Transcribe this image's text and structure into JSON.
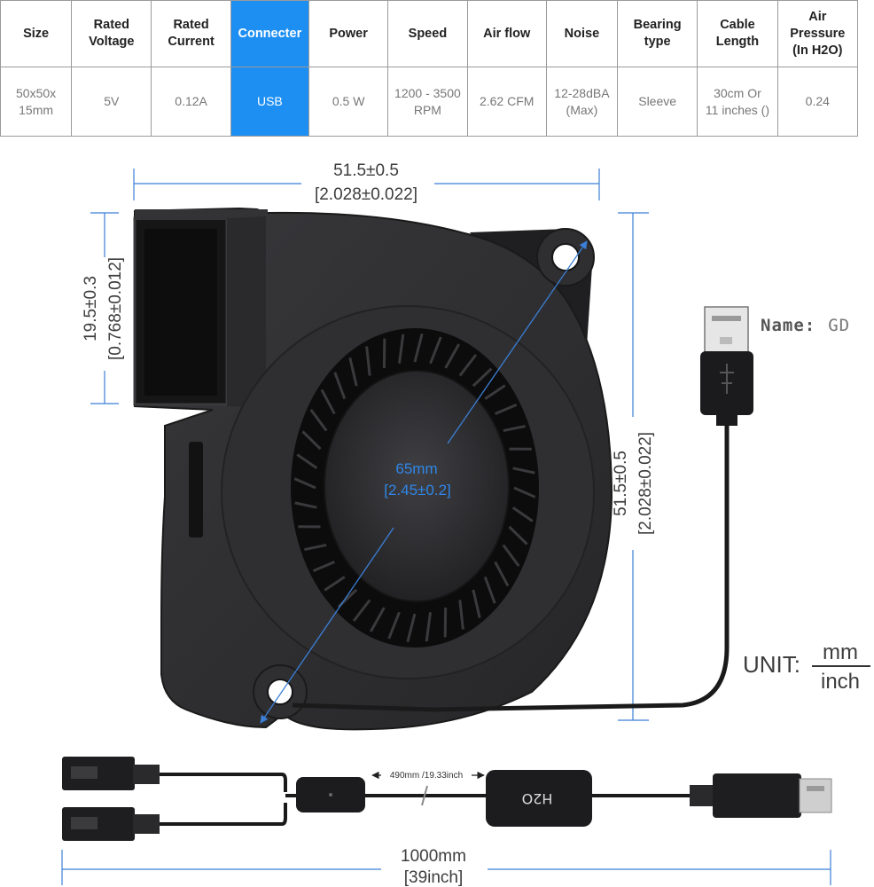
{
  "table": {
    "headers": [
      {
        "id": "size",
        "lines": [
          "Size"
        ]
      },
      {
        "id": "rated-voltage",
        "lines": [
          "Rated",
          "Voltage"
        ]
      },
      {
        "id": "rated-current",
        "lines": [
          "Rated",
          "Current"
        ]
      },
      {
        "id": "connecter",
        "lines": [
          "Connecter"
        ],
        "highlight": true
      },
      {
        "id": "power",
        "lines": [
          "Power"
        ]
      },
      {
        "id": "speed",
        "lines": [
          "Speed"
        ]
      },
      {
        "id": "air-flow",
        "lines": [
          "Air flow"
        ]
      },
      {
        "id": "noise",
        "lines": [
          "Noise"
        ]
      },
      {
        "id": "bearing-type",
        "lines": [
          "Bearing",
          "type"
        ]
      },
      {
        "id": "cable-length",
        "lines": [
          "Cable",
          "Length"
        ]
      },
      {
        "id": "air-pressure",
        "lines": [
          "Air Pressure",
          "(In H2O)"
        ]
      }
    ],
    "values": [
      [
        "50x50x",
        "15mm"
      ],
      [
        "5V"
      ],
      [
        "0.12A"
      ],
      [
        "USB"
      ],
      [
        "0.5 W"
      ],
      [
        "1200 - 3500",
        "RPM"
      ],
      [
        "2.62 CFM"
      ],
      [
        "12-28dBA",
        "(Max)"
      ],
      [
        "Sleeve"
      ],
      [
        "30cm Or",
        "11 inches ()"
      ],
      [
        "0.24"
      ]
    ],
    "highlight_color": "#1e8ff2"
  },
  "dimensions": {
    "top_width": {
      "mm": "51.5±0.5",
      "inch": "[2.028±0.022]"
    },
    "left_height": {
      "mm": "19.5±0.3",
      "inch": "[0.768±0.012]"
    },
    "right_height": {
      "mm": "51.5±0.5",
      "inch": "[2.028±0.022]"
    },
    "diagonal": {
      "mm": "65mm",
      "inch": "[2.45±0.2]"
    },
    "segment": {
      "text": "490mm /19.33inch"
    },
    "cable_total": {
      "mm": "1000mm",
      "inch": "[39inch]"
    }
  },
  "unit": {
    "label": "UNIT:",
    "top": "mm",
    "bottom": "inch"
  },
  "name_label": {
    "key": "Name:",
    "value": "GD"
  },
  "switch_label": "H2O",
  "colors": {
    "dimension_blue": "#2f86e8",
    "fan_body": "#2b2b2d",
    "dimension_line": "#3b7fd6"
  }
}
